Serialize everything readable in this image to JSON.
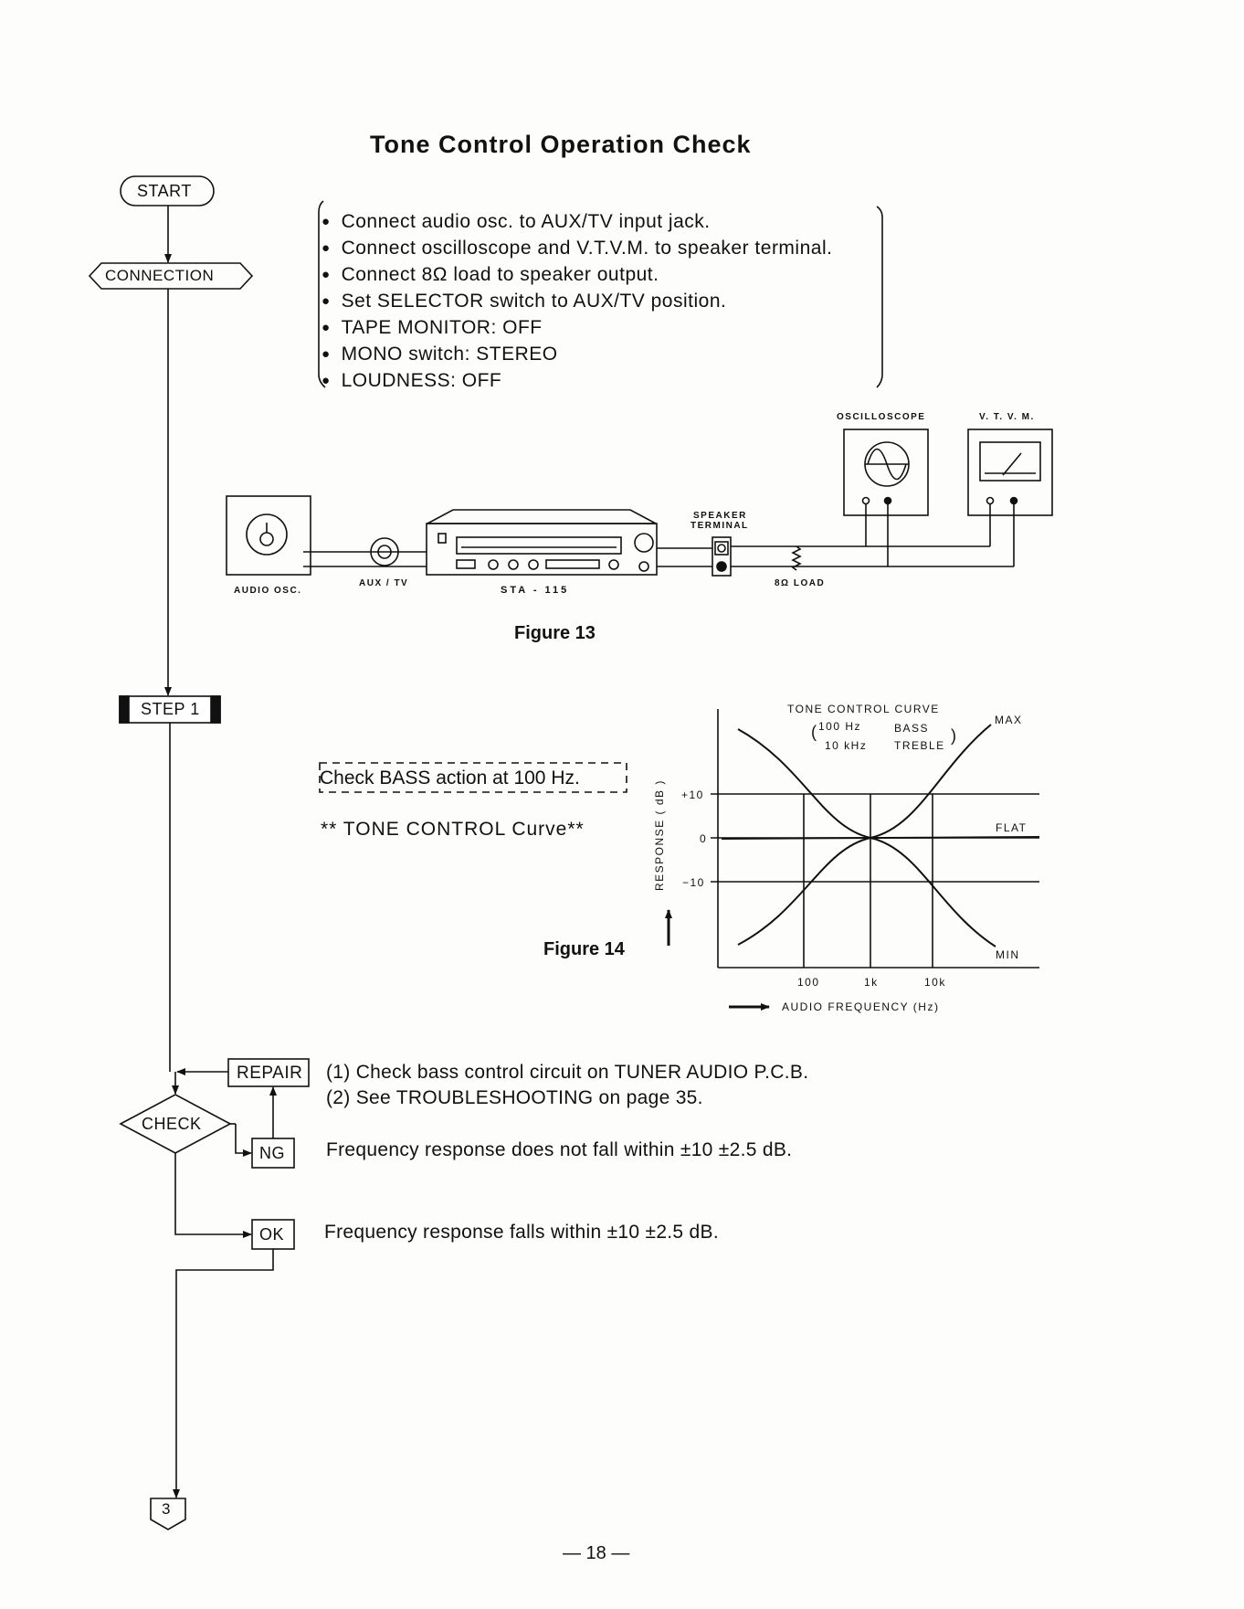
{
  "page_title": "Tone Control Operation Check",
  "flowchart": {
    "start": "START",
    "connection": "CONNECTION",
    "step": "STEP 1",
    "repair": "REPAIR",
    "check": "CHECK",
    "ng": "NG",
    "ok": "OK",
    "next_page": "3"
  },
  "connection_steps": [
    "Connect audio osc. to AUX/TV input jack.",
    "Connect oscilloscope and V.T.V.M. to speaker terminal.",
    "Connect 8Ω load to speaker output.",
    "Set SELECTOR switch to AUX/TV position.",
    "TAPE MONITOR: OFF",
    "MONO switch: STEREO",
    "LOUDNESS: OFF"
  ],
  "figure13": {
    "caption": "Figure 13",
    "oscilloscope": "OSCILLOSCOPE",
    "vtvm": "V. T. V. M.",
    "speaker_terminal_1": "SPEAKER",
    "speaker_terminal_2": "TERMINAL",
    "audio_osc": "AUDIO OSC.",
    "aux_tv": "AUX / TV",
    "model": "STA - 115",
    "load": "8Ω  LOAD"
  },
  "step1": {
    "instruction": "Check BASS action at 100 Hz.",
    "curve_heading": "** TONE CONTROL Curve**"
  },
  "figure14": {
    "caption": "Figure 14",
    "curve_title": "TONE CONTROL  CURVE",
    "bass_freq": "100 Hz",
    "bass": "BASS",
    "treble_freq": "10 kHz",
    "treble": "TREBLE",
    "max": "MAX",
    "flat": "FLAT",
    "min": "MIN",
    "y_axis_label": "RESPONSE ( dB )",
    "x_axis_label": "AUDIO  FREQUENCY  (Hz)",
    "y_ticks": [
      "+10",
      "0",
      "−10"
    ],
    "x_ticks": [
      "100",
      "1k",
      "10k"
    ]
  },
  "results": {
    "repair_1": "(1) Check bass control circuit on TUNER AUDIO P.C.B.",
    "repair_2": "(2) See TROUBLESHOOTING on page 35.",
    "ng_text": "Frequency response does not fall within ±10 ±2.5 dB.",
    "ok_text": "Frequency response falls within ±10 ±2.5 dB."
  },
  "page_number": "— 18 —"
}
